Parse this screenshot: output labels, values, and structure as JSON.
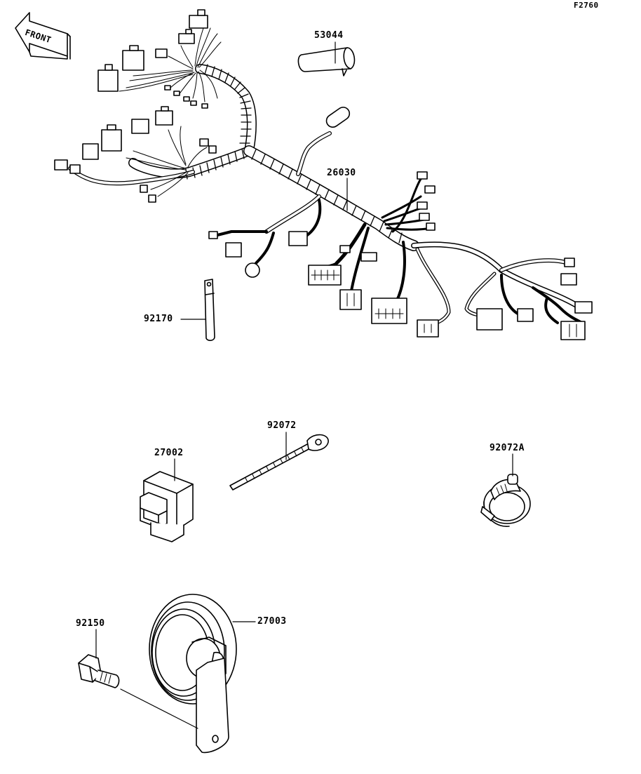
{
  "figure_code": "F2760",
  "front_label": "FRONT",
  "parts": {
    "p53044": "53044",
    "p26030": "26030",
    "p92170": "92170",
    "p92072": "92072",
    "p27002": "27002",
    "p92072a": "92072A",
    "p92150": "92150",
    "p27003": "27003"
  }
}
